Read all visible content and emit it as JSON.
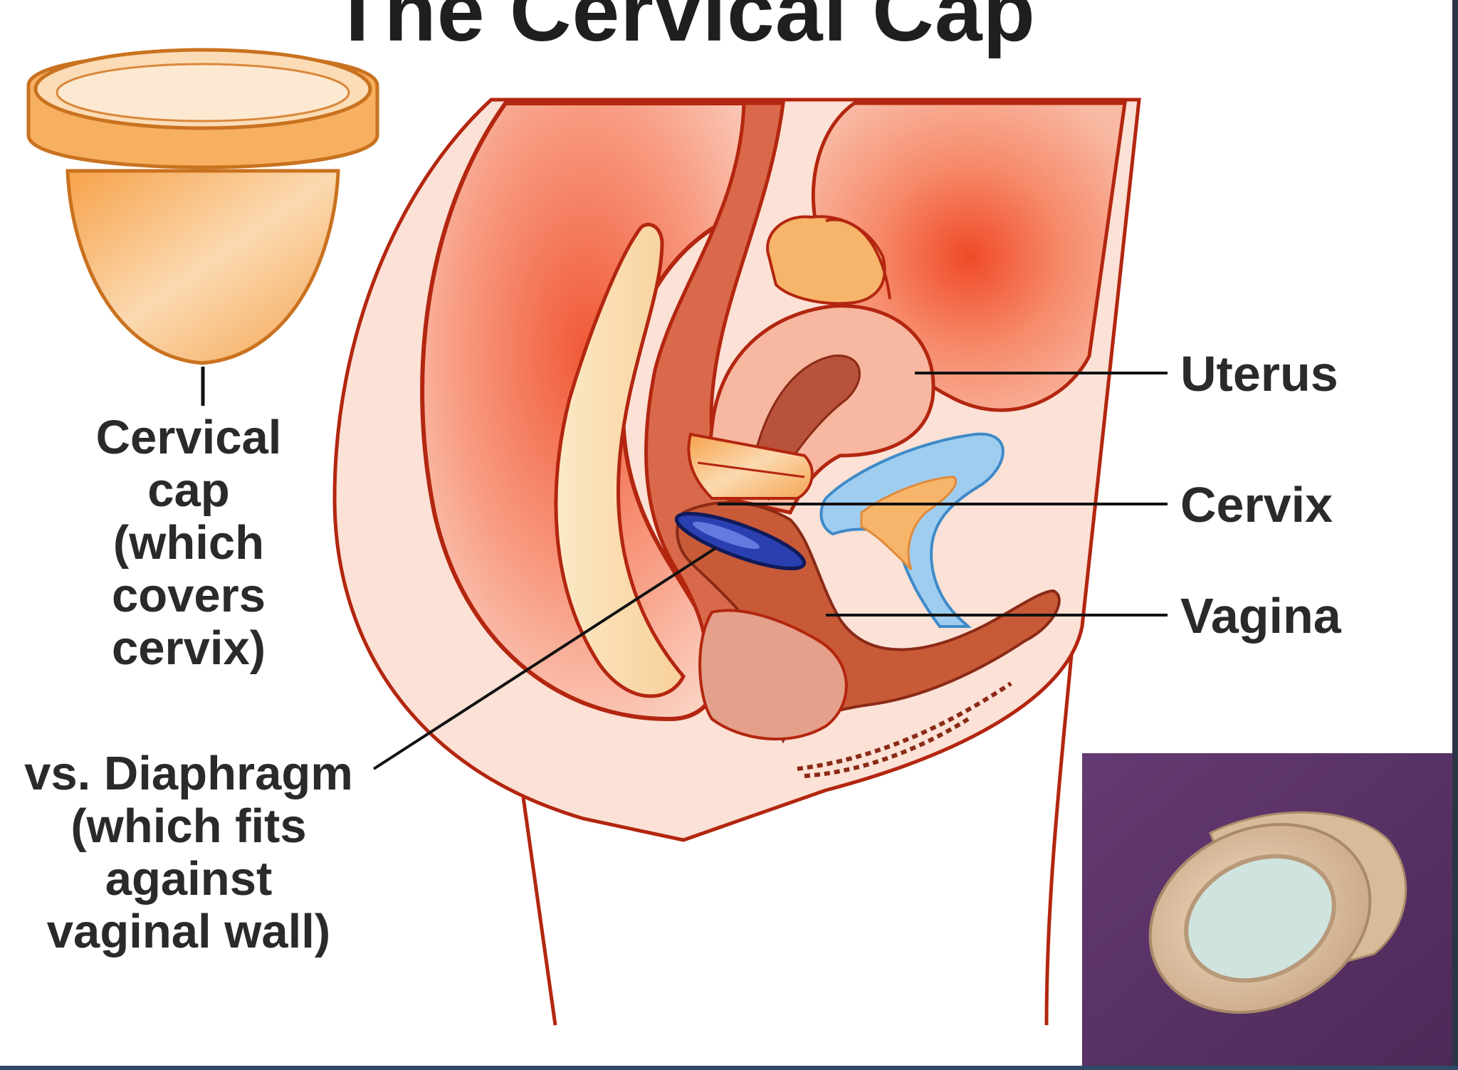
{
  "title": "The Cervical Cap",
  "labels": {
    "uterus": "Uterus",
    "cervix": "Cervix",
    "vagina": "Vagina"
  },
  "cervical_cap_label": [
    "Cervical",
    "cap",
    "(which",
    "covers",
    "cervix)"
  ],
  "diaphragm_label": [
    "vs. Diaphragm",
    "(which fits",
    "against",
    "vaginal wall)"
  ],
  "colors": {
    "tissue_outline": "#b3260f",
    "tissue_fill": "#f8c4b4",
    "bladder_fill": "#f0a080",
    "cap_orange": "#f6b56a",
    "diaphragm_blue": "#1b2a8c",
    "photo_background": "#5b3466",
    "photo_cap": "#e2c7a4"
  }
}
